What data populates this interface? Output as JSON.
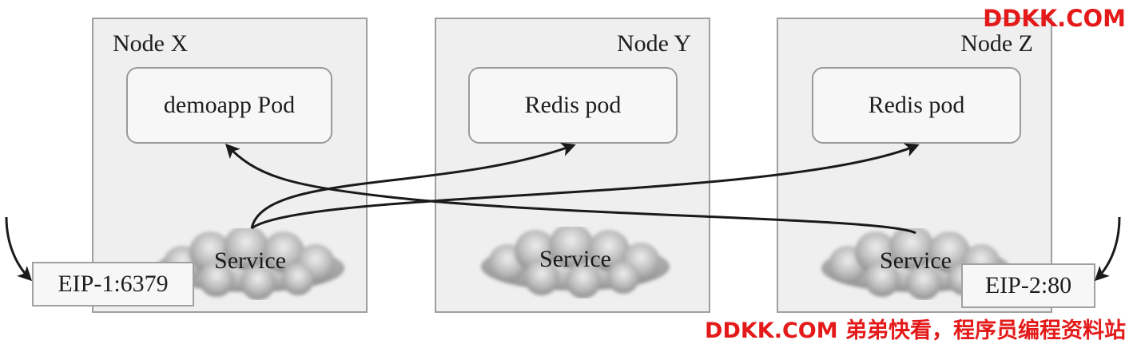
{
  "nodes": [
    {
      "label": "Node X",
      "pod": "demoapp Pod",
      "service": "Service"
    },
    {
      "label": "Node Y",
      "pod": "Redis pod",
      "service": "Service"
    },
    {
      "label": "Node Z",
      "pod": "Redis pod",
      "service": "Service"
    }
  ],
  "eips": {
    "left": "EIP-1:6379",
    "right": "EIP-2:80"
  },
  "watermark": {
    "top": "DDKK.COM",
    "bottom": "DDKK.COM 弟弟快看，程序员编程资料站"
  },
  "colors": {
    "node_fill": "#efefef",
    "border": "#a0a0a0",
    "arrow": "#1a1a1a",
    "watermark": "#e41a1a"
  }
}
